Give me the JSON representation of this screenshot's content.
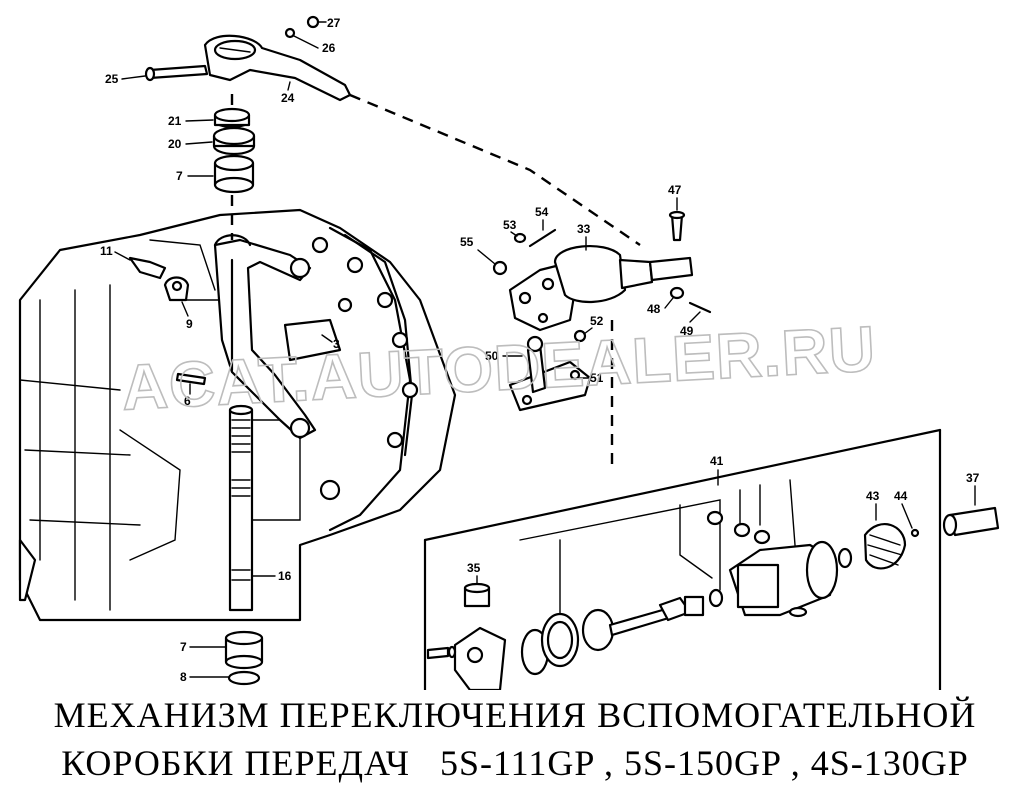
{
  "diagram": {
    "title_line1": "МЕХАНИЗМ ПЕРЕКЛЮЧЕНИЯ ВСПОМОГАТЕЛЬНОЙ",
    "title_line2": "КОРОБКИ ПЕРЕДАЧ   5S-111GP , 5S-150GP , 4S-130GP",
    "watermark": "ACAT.AUTODEALER.RU",
    "callouts": [
      "27",
      "26",
      "25",
      "24",
      "21",
      "20",
      "7",
      "11",
      "9",
      "3",
      "6",
      "16",
      "7",
      "8",
      "47",
      "54",
      "53",
      "33",
      "55",
      "48",
      "49",
      "52",
      "50",
      "51",
      "41",
      "35",
      "43",
      "44",
      "37"
    ]
  }
}
